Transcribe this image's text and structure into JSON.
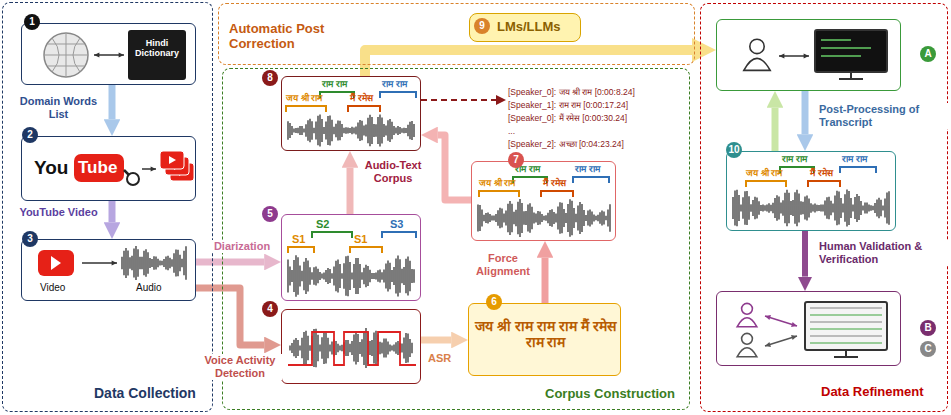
{
  "diagram": {
    "nodes": [
      {
        "text": [
          "Data Collection"
        ]
      },
      {
        "text": [
          "Hindi Dictionary"
        ],
        "in": 0
      },
      {
        "text": [
          "You",
          "Tube"
        ],
        "in": 0
      },
      {
        "text": [
          "Video",
          "Audio"
        ],
        "in": 0
      },
      {
        "text": [
          "Automatic Post Correction"
        ]
      },
      {
        "text": [
          "LMs/LLMs"
        ],
        "in": 4
      },
      {
        "text": [
          "Corpus Construction"
        ]
      },
      {
        "text": [
          "राम राम",
          "जय श्री राम",
          "मैं रमेस",
          "राम राम"
        ],
        "in": 6
      },
      {
        "text": [
          "[Speaker_0]: जय श्री राम [0:00:8.24]",
          "[Speaker_1]: राम राम [0:00:17.24]",
          "[Speaker_0]: मैं रमेस [0:00:30.24]",
          "...",
          "[Speaker_2]: अच्छा [0:04:23.24]"
        ],
        "in": 6
      },
      {
        "text": [
          "राम राम",
          "जय श्री राम",
          "मैं रमेस",
          "राम राम"
        ],
        "in": 6
      },
      {
        "text": [
          "S2",
          "S1",
          "S1",
          "S3"
        ],
        "in": 6
      },
      {
        "text": [
          "जय श्री राम राम राम मैं रमेस राम राम"
        ],
        "in": 6
      },
      {
        "text": [],
        "in": 6
      },
      {
        "text": [
          "Data Refinement"
        ]
      },
      {
        "text": [],
        "in": 13
      },
      {
        "text": [
          "राम राम",
          "जय श्री राम",
          "मैं रमेस",
          "राम राम"
        ],
        "in": 13
      },
      {
        "text": [],
        "in": 13
      }
    ],
    "edges": [
      {
        "from": 1,
        "to": 2,
        "arrow": "to",
        "label": "Domain Words List"
      },
      {
        "from": 2,
        "to": 3,
        "arrow": "to",
        "label": "YouTube Video"
      },
      {
        "from": 3,
        "to": 10,
        "arrow": "to",
        "label": "Diarization"
      },
      {
        "from": 3,
        "to": 12,
        "arrow": "to",
        "label": "Voice Activity Detection"
      },
      {
        "from": 12,
        "to": 11,
        "arrow": "to",
        "label": "ASR"
      },
      {
        "from": 11,
        "to": 9,
        "arrow": "to",
        "label": "Force Alignment"
      },
      {
        "from": 9,
        "to": 7,
        "arrow": "to"
      },
      {
        "from": 10,
        "to": 7,
        "arrow": "to",
        "label": "Audio-Text Corpus"
      },
      {
        "from": 7,
        "to": 8,
        "arrow": "to"
      },
      {
        "from": 7,
        "to": 14,
        "arrow": "to"
      },
      {
        "from": 14,
        "to": 15,
        "arrow": "to",
        "label": "Post-Processing of Transcript"
      },
      {
        "from": 15,
        "to": 14,
        "arrow": "to"
      },
      {
        "from": 15,
        "to": 16,
        "arrow": "to",
        "label": "Human Validation & Verification"
      }
    ],
    "labels": [
      "1",
      "2",
      "3",
      "4",
      "5",
      "6",
      "7",
      "8",
      "9",
      "10",
      "A",
      "B",
      "C"
    ]
  }
}
